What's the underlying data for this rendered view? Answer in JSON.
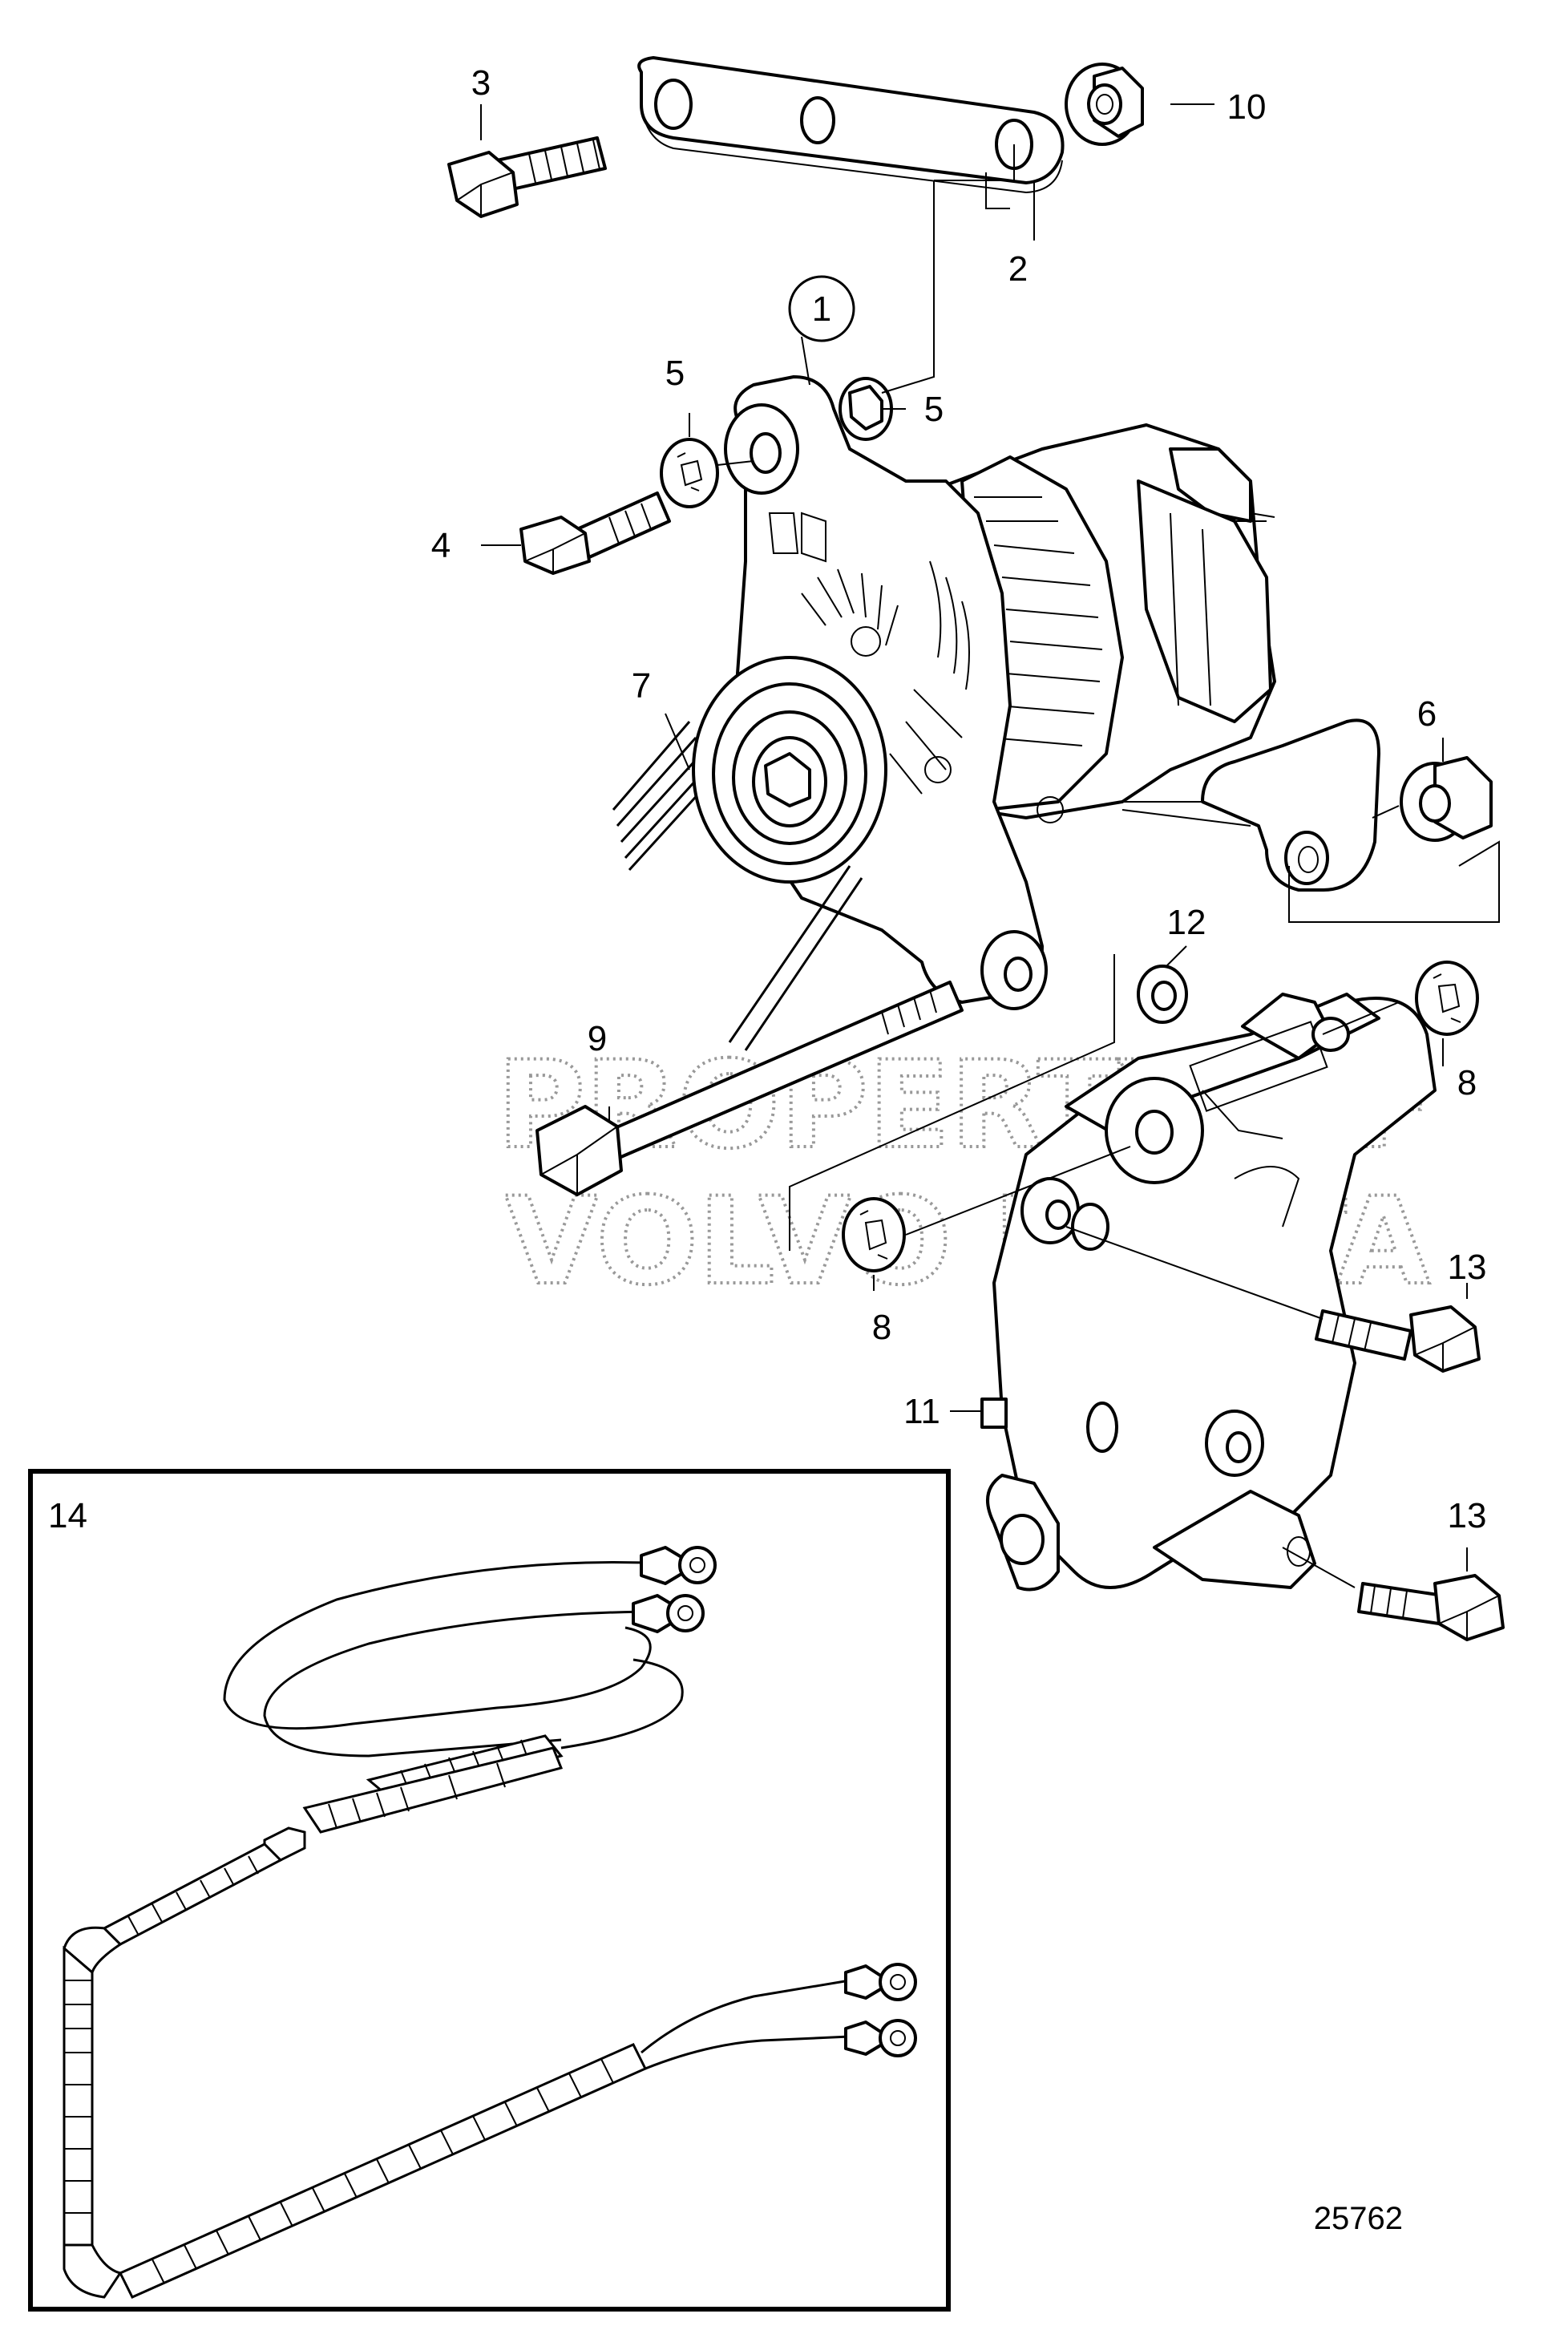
{
  "diagram": {
    "figure_number": "25762",
    "watermark": [
      "PROPERTY OF",
      "VOLVO PENTA"
    ],
    "callouts": {
      "c1": "1",
      "c2": "2",
      "c3": "3",
      "c4": "4",
      "c5a": "5",
      "c5b": "5",
      "c6": "6",
      "c7": "7",
      "c8a": "8",
      "c8b": "8",
      "c9": "9",
      "c10": "10",
      "c11": "11",
      "c12": "12",
      "c13a": "13",
      "c13b": "13",
      "c14": "14"
    }
  }
}
